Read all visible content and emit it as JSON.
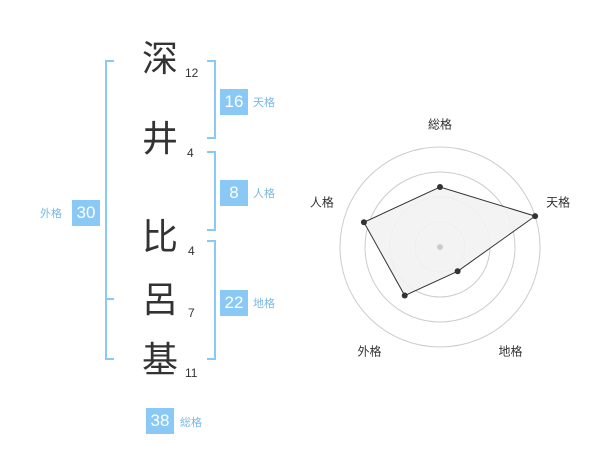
{
  "name_characters": [
    {
      "char": "深",
      "strokes": "12"
    },
    {
      "char": "井",
      "strokes": "4"
    },
    {
      "char": "比",
      "strokes": "4"
    },
    {
      "char": "呂",
      "strokes": "7"
    },
    {
      "char": "基",
      "strokes": "11"
    }
  ],
  "fortune_scores": {
    "tenkaku": {
      "value": "16",
      "label": "天格"
    },
    "jinkaku": {
      "value": "8",
      "label": "人格"
    },
    "chikaku": {
      "value": "22",
      "label": "地格"
    },
    "gaikaku": {
      "value": "30",
      "label": "外格"
    },
    "soukaku": {
      "value": "38",
      "label": "総格"
    }
  },
  "colors": {
    "accent": "#8ac9f5",
    "label": "#7ab8e6",
    "text": "#333333",
    "grid": "#cccccc",
    "fill": "#f2f2f2"
  },
  "chart_data": {
    "type": "radar",
    "axes": [
      "総格",
      "天格",
      "地格",
      "外格",
      "人格"
    ],
    "values": [
      0.6,
      1.0,
      0.3,
      0.6,
      0.8
    ],
    "rings": 4,
    "range": [
      0,
      1
    ]
  }
}
